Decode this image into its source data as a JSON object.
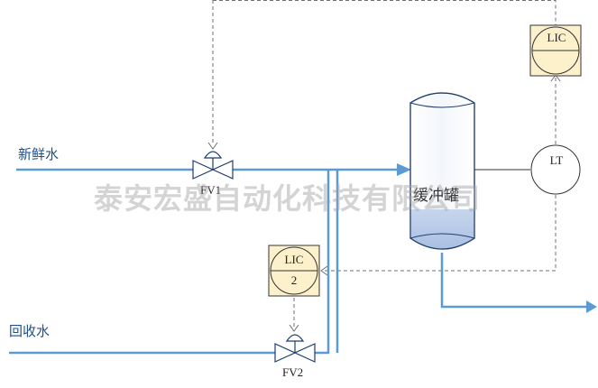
{
  "labels": {
    "fresh_water": "新鲜水",
    "recycled_water": "回收水",
    "tank": "缓冲罐",
    "watermark": "泰安宏盛自动化科技有限公司"
  },
  "instruments": {
    "lic_top": {
      "line1": "LIC",
      "line2": ""
    },
    "lic_2": {
      "line1": "LIC",
      "line2": "2"
    },
    "lt": {
      "line1": "LT"
    }
  },
  "valves": {
    "fv1": "FV1",
    "fv2": "FV2"
  },
  "colors": {
    "process_line": "#5b9bd5",
    "signal_line": "#707070",
    "instrument_fill": "#fdf1cc",
    "tank_liquid": "#b4c7e7"
  }
}
